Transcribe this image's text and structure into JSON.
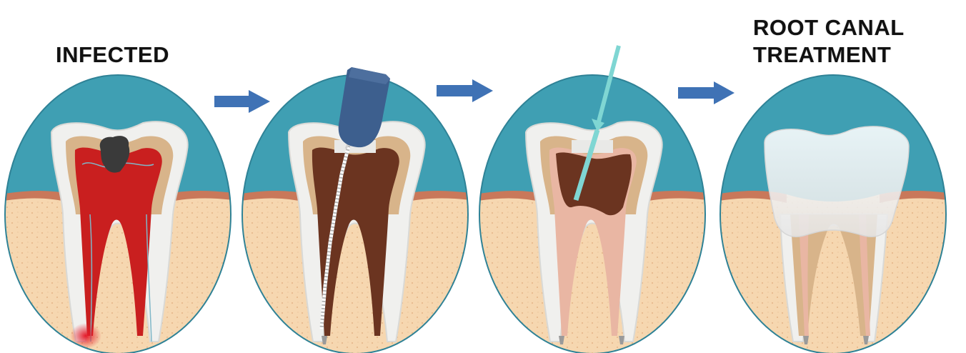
{
  "labels": {
    "stage_1": "INFECTED",
    "stage_4_line_1": "ROOT CANAL",
    "stage_4_line_2": "TREATMENT"
  },
  "stages": [
    {
      "id": "infected",
      "state": "infected pulp with cavity and abscess at root tip"
    },
    {
      "id": "cleaning",
      "state": "pulp chamber opened and canal cleaned with file"
    },
    {
      "id": "filling",
      "state": "canals filled through syringe"
    },
    {
      "id": "crown",
      "state": "tooth restored with crown"
    }
  ],
  "colors": {
    "background_teal": "#3f9fb3",
    "bone": "#f6d7b0",
    "gum": "#c9785a",
    "enamel": "#f0f0ee",
    "dentin": "#d8b48a",
    "infected_pulp": "#c91f1f",
    "cleaned_pulp": "#6b3420",
    "filling": "#e9b6a3",
    "tool_handle": "#3d5f8e",
    "syringe": "#7fd6d3",
    "arrow": "#3f72b5"
  }
}
